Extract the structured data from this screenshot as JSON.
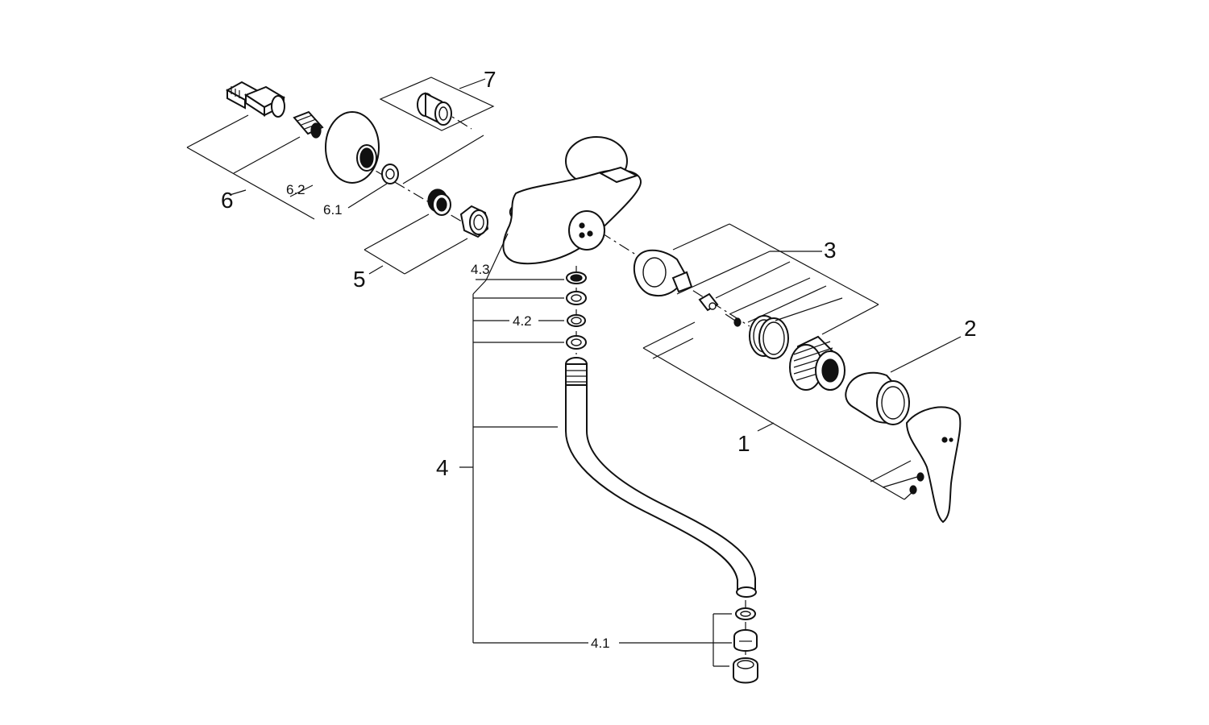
{
  "diagram": {
    "labels": {
      "l1": "1",
      "l2": "2",
      "l3": "3",
      "l4": "4",
      "l4_1": "4.1",
      "l4_2": "4.2",
      "l4_3": "4.3",
      "l5": "5",
      "l6": "6",
      "l6_1": "6.1",
      "l6_2": "6.2",
      "l7": "7"
    }
  }
}
